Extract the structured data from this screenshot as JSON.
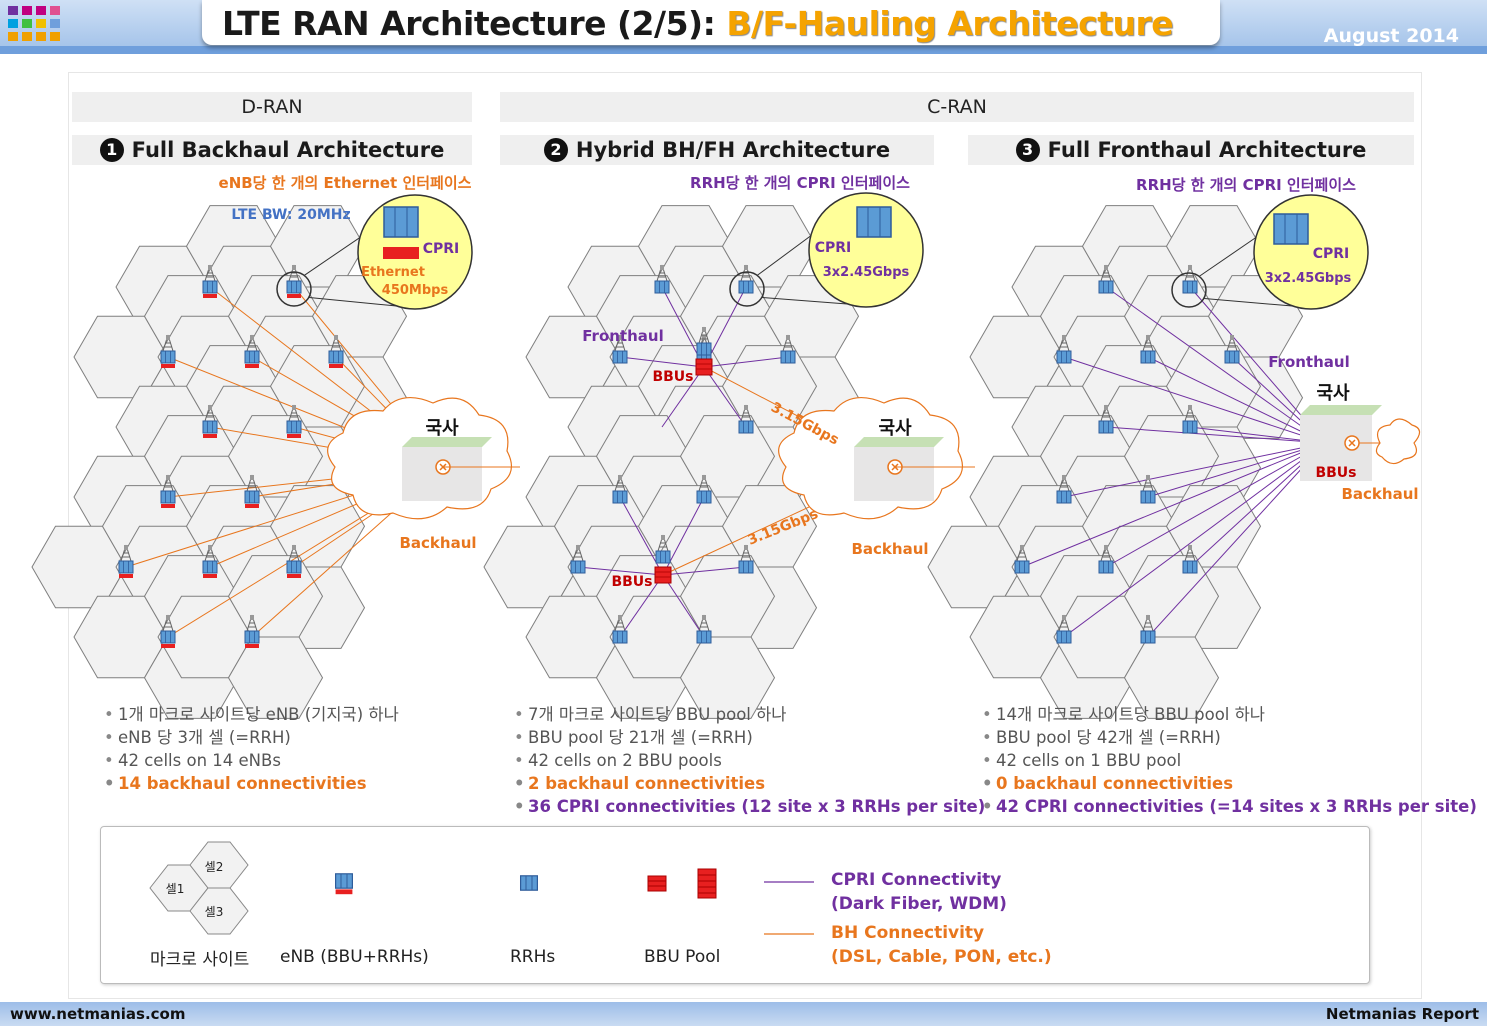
{
  "header": {
    "title_main": "LTE RAN Architecture (2/5): ",
    "title_highlight": "B/F-Hauling Architecture",
    "date": "August 2014"
  },
  "sections": {
    "dran": "D-RAN",
    "cran": "C-RAN"
  },
  "architectures": [
    {
      "number": "1",
      "title": "Full Backhaul Architecture",
      "interface_note": "eNB당 한 개의 Ethernet 인터페이스",
      "bw_note": "LTE BW: 20MHz",
      "zoom_labels": [
        "CPRI",
        "Ethernet",
        "450Mbps"
      ],
      "office_label": "국사",
      "backhaul_label": "Backhaul",
      "bullets": [
        "1개 마크로 사이트당 eNB (기지국) 하나",
        "eNB 당 3개 셀 (=RRH)",
        "42 cells on 14 eNBs",
        "14 backhaul connectivities"
      ]
    },
    {
      "number": "2",
      "title": "Hybrid BH/FH Architecture",
      "interface_note": "RRH당 한 개의 CPRI 인터페이스",
      "zoom_labels": [
        "CPRI",
        "3x2.45Gbps"
      ],
      "fronthaul_label": "Fronthaul",
      "bbus_label": "BBUs",
      "rate_label": "3.15Gbps",
      "office_label": "국사",
      "backhaul_label": "Backhaul",
      "bullets": [
        "7개 마크로 사이트당 BBU pool 하나",
        "BBU pool 당 21개 셀 (=RRH)",
        "42 cells on 2 BBU pools",
        "2 backhaul connectivities",
        "36 CPRI connectivities (12 site x 3 RRHs per site)"
      ]
    },
    {
      "number": "3",
      "title": "Full Fronthaul Architecture",
      "interface_note": "RRH당 한 개의 CPRI 인터페이스",
      "zoom_labels": [
        "CPRI",
        "3x2.45Gbps"
      ],
      "fronthaul_label": "Fronthaul",
      "office_label": "국사",
      "bbus_label": "BBUs",
      "backhaul_label": "Backhaul",
      "bullets": [
        "14개 마크로 사이트당 BBU pool 하나",
        "BBU pool 당 42개 셀 (=RRH)",
        "42 cells on 1 BBU pool",
        "0 backhaul connectivities",
        "42 CPRI connectivities (=14 sites x 3 RRHs per site)"
      ]
    }
  ],
  "legend": {
    "cells": [
      "셀1",
      "셀2",
      "셀3"
    ],
    "macro_site": "마크로 사이트",
    "enb": "eNB (BBU+RRHs)",
    "rrh": "RRHs",
    "bbu_pool": "BBU Pool",
    "cpri_line1": "CPRI Connectivity",
    "cpri_line2": "(Dark Fiber, WDM)",
    "bh_line1": "BH Connectivity",
    "bh_line2": "(DSL, Cable, PON, etc.)",
    "cpri_color": "#7030a0",
    "bh_color": "#e8761e"
  },
  "footer": {
    "left": "www.netmanias.com",
    "right": "Netmanias Report"
  }
}
